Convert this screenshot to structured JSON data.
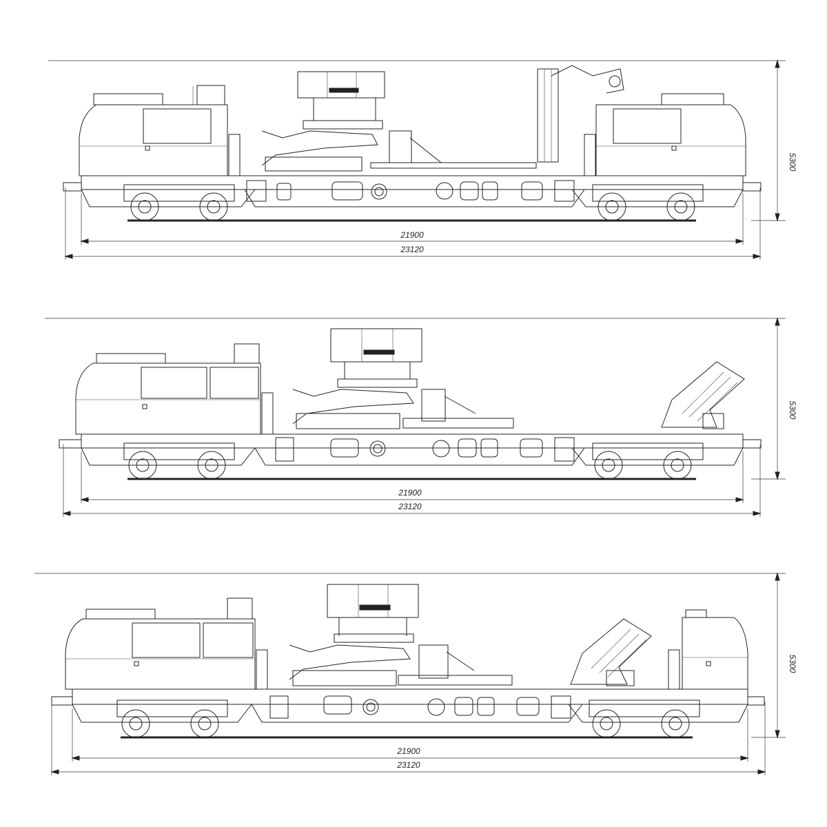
{
  "views": [
    {
      "id": "view-1",
      "variant": "transport",
      "dimensions": {
        "wheelbase_label": "21900",
        "overall_length_label": "23120",
        "height_label": "5300"
      }
    },
    {
      "id": "view-2",
      "variant": "crane-folded-single-cab",
      "dimensions": {
        "wheelbase_label": "21900",
        "overall_length_label": "23120",
        "height_label": "5300"
      }
    },
    {
      "id": "view-3",
      "variant": "crane-folded-double-cab",
      "dimensions": {
        "wheelbase_label": "21900",
        "overall_length_label": "23120",
        "height_label": "5300"
      }
    }
  ],
  "colors": {
    "line": "#222222",
    "background": "#ffffff"
  }
}
